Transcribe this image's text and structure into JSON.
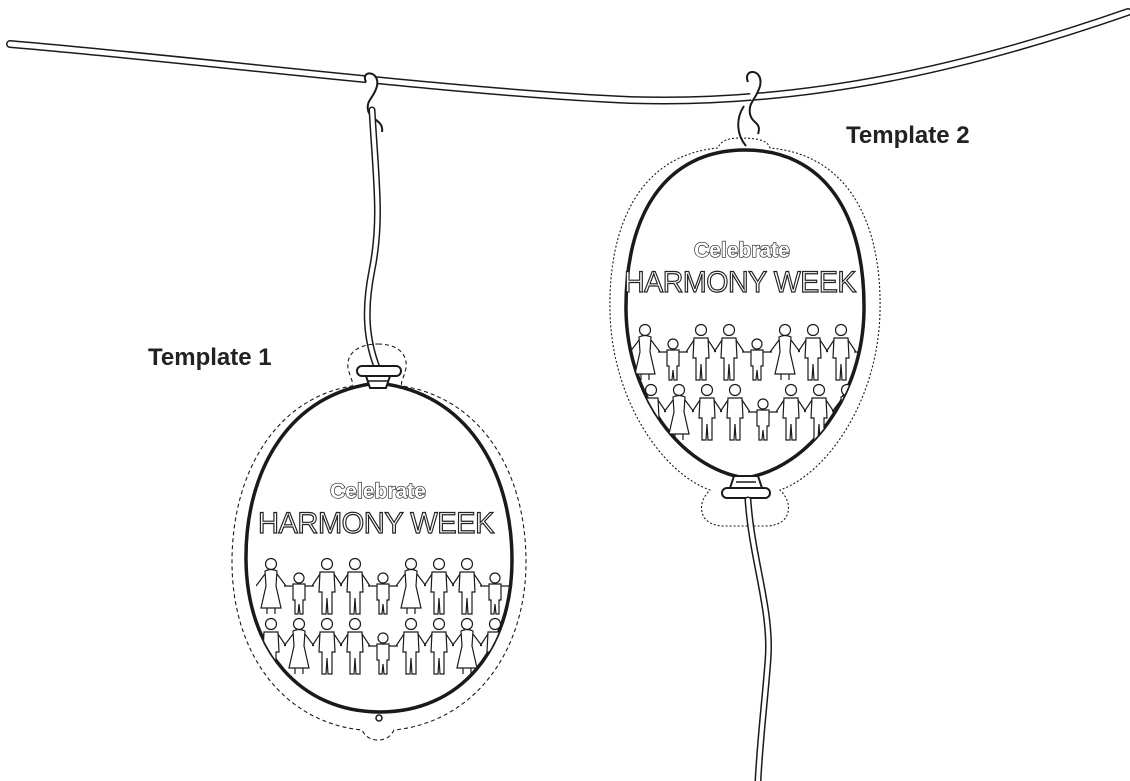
{
  "labels": {
    "template_1": "Template 1",
    "template_2": "Template 2"
  },
  "balloon_1": {
    "line_1": "Celebrate",
    "line_2": "HARMONY WEEK"
  },
  "balloon_2": {
    "line_1": "Celebrate",
    "line_2": "HARMONY WEEK"
  },
  "colors": {
    "ink": "#1a1a1a",
    "background": "#ffffff"
  }
}
